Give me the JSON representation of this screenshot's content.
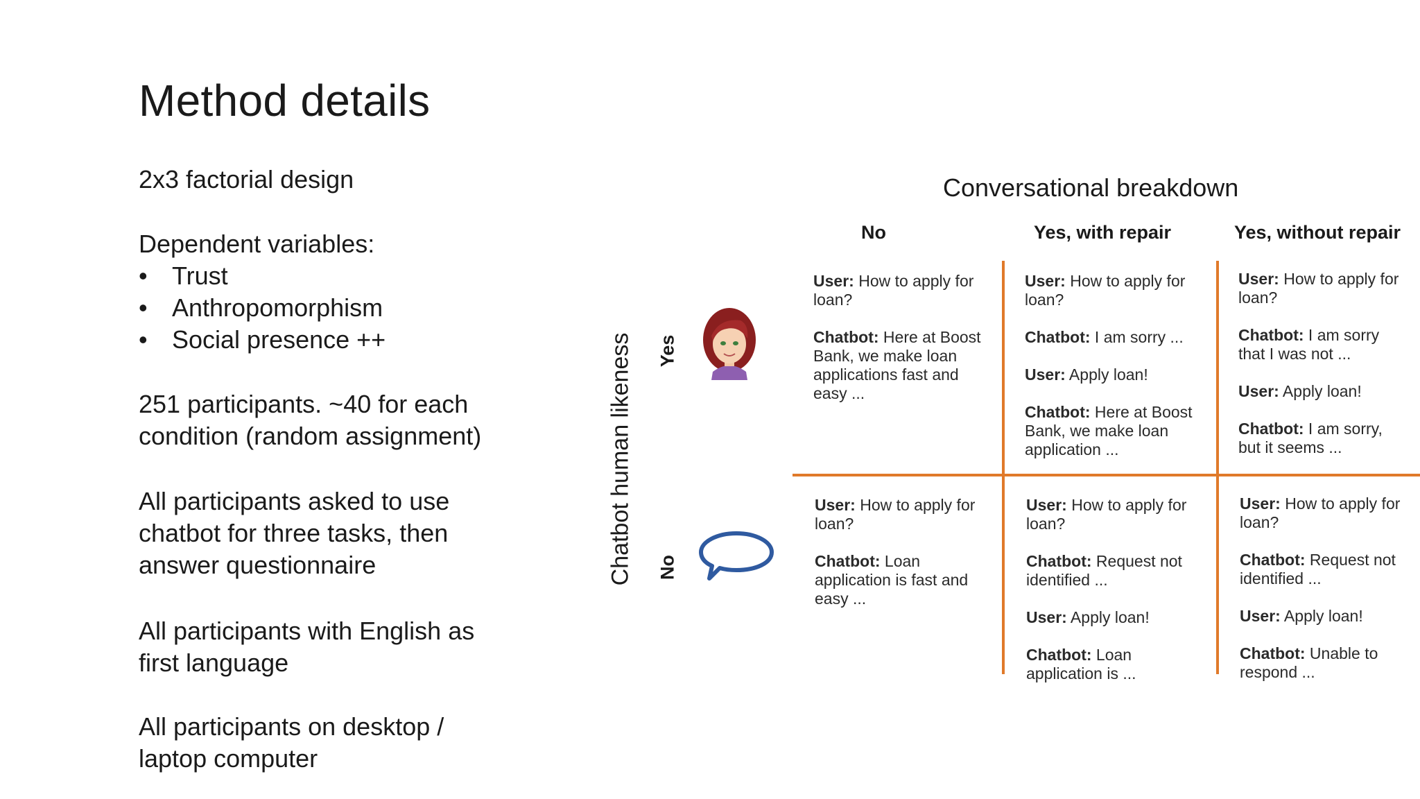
{
  "slide": {
    "title": "Method details",
    "design": "2x3 factorial design",
    "dv_heading": "Dependent variables:",
    "dv_items": [
      "Trust",
      "Anthropomorphism",
      "Social presence ++"
    ],
    "bullet_glyph": "•",
    "participants": "251 participants. ~40 for each condition (random assignment)",
    "tasks": "All participants asked to use chatbot for three tasks, then answer questionnaire",
    "language": "All participants with English as first language",
    "device": "All participants on desktop / laptop computer"
  },
  "figure": {
    "heading": "Conversational breakdown",
    "axis_label": "Chatbot human likeness",
    "row_labels": [
      "Yes",
      "No"
    ],
    "columns": [
      "No",
      "Yes, with repair",
      "Yes, without repair"
    ],
    "accent_color": "#e07a2a",
    "icons": {
      "yes_row": "female-avatar-icon",
      "no_row": "speech-bubble-icon"
    },
    "cells": {
      "yes_no": [
        {
          "speaker": "User:",
          "text": " How to apply for loan?"
        },
        {
          "speaker": "Chatbot:",
          "text": " Here at Boost Bank, we make loan applications fast and easy ..."
        }
      ],
      "yes_repair": [
        {
          "speaker": "User:",
          "text": " How to apply for loan?"
        },
        {
          "speaker": "Chatbot:",
          "text": " I am sorry ..."
        },
        {
          "speaker": "User:",
          "text": " Apply loan!"
        },
        {
          "speaker": "Chatbot:",
          "text": " Here at Boost Bank, we make loan application ..."
        }
      ],
      "yes_norepair": [
        {
          "speaker": "User:",
          "text": " How to apply for loan?"
        },
        {
          "speaker": "Chatbot:",
          "text": " I am sorry that I was not ..."
        },
        {
          "speaker": "User:",
          "text": " Apply loan!"
        },
        {
          "speaker": "Chatbot:",
          "text": " I am sorry, but it seems ..."
        }
      ],
      "no_no": [
        {
          "speaker": "User:",
          "text": " How to apply for loan?"
        },
        {
          "speaker": "Chatbot:",
          "text": " Loan application is fast and easy ..."
        }
      ],
      "no_repair": [
        {
          "speaker": "User:",
          "text": " How to apply for loan?"
        },
        {
          "speaker": "Chatbot:",
          "text": " Request not identified ..."
        },
        {
          "speaker": "User:",
          "text": " Apply loan!"
        },
        {
          "speaker": "Chatbot:",
          "text": " Loan application is ..."
        }
      ],
      "no_norepair": [
        {
          "speaker": "User:",
          "text": " How to apply for loan?"
        },
        {
          "speaker": "Chatbot:",
          "text": " Request not identified ..."
        },
        {
          "speaker": "User:",
          "text": " Apply loan!"
        },
        {
          "speaker": "Chatbot:",
          "text": " Unable to respond ..."
        }
      ]
    }
  }
}
